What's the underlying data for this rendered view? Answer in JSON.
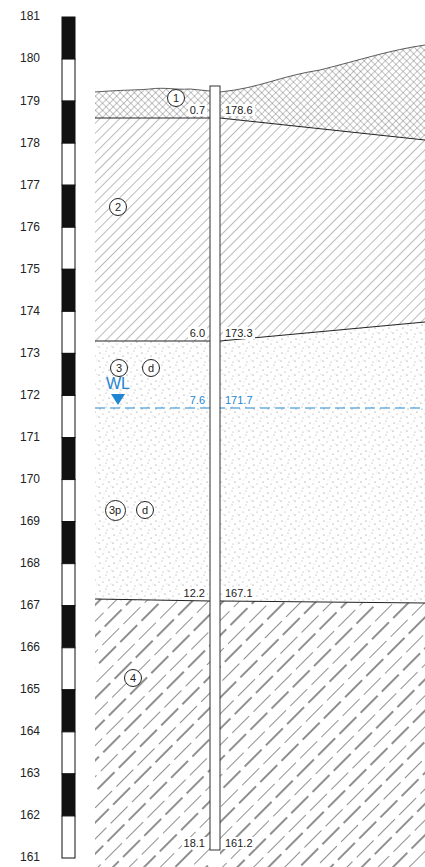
{
  "diagram": {
    "nodes": [
      {
        "text": [
          "1"
        ]
      },
      {
        "text": [
          "2"
        ]
      },
      {
        "text": [
          "3"
        ]
      },
      {
        "text": [
          "d"
        ]
      },
      {
        "text": [
          "3p"
        ]
      },
      {
        "text": [
          "d"
        ]
      },
      {
        "text": [
          "4"
        ]
      }
    ],
    "labels": [
      "181",
      "180",
      "179",
      "178",
      "177",
      "176",
      "175",
      "174",
      "173",
      "172",
      "171",
      "170",
      "169",
      "168",
      "167",
      "166",
      "165",
      "164",
      "163",
      "162",
      "161",
      "0.7",
      "178.6",
      "6.0",
      "173.3",
      "WL",
      "7.6",
      "171.7",
      "12.2",
      "167.1",
      "18.1",
      "161.2"
    ]
  }
}
